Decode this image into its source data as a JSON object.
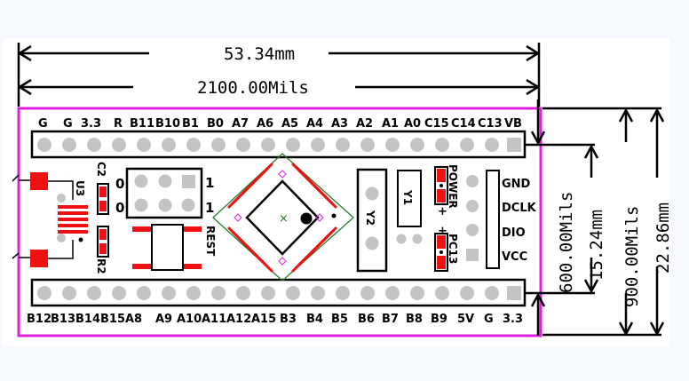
{
  "dimensions": {
    "width_mm": "53.34mm",
    "width_mils": "2100.00Mils",
    "header_spacing_mils": "600.00Mils",
    "header_spacing_mm": "15.24mm",
    "height_mils": "900.00Mils",
    "height_mm": "22.86mm"
  },
  "top_header": {
    "pins": [
      "G",
      "G",
      "3.3",
      "R",
      "B11",
      "B10",
      "B1",
      "B0",
      "A7",
      "A6",
      "A5",
      "A4",
      "A3",
      "A2",
      "A1",
      "A0",
      "C15",
      "C14",
      "C13",
      "VB"
    ]
  },
  "bottom_header": {
    "pins": [
      "B12",
      "B13",
      "B14",
      "B15",
      "A8",
      "A9",
      "A10",
      "A11",
      "A12",
      "A15",
      "B3",
      "B4",
      "B5",
      "B6",
      "B7",
      "B8",
      "B9",
      "5V",
      "G",
      "3.3"
    ]
  },
  "components": {
    "u3": "U3",
    "c2": "C2",
    "r2": "R2",
    "boot_left_top": "0",
    "boot_left_bottom": "0",
    "boot_right_top": "1",
    "boot_right_bottom": "1",
    "reset": "REST",
    "y1": "Y1",
    "y2": "Y2",
    "power_led": "POWER",
    "pc13_led": "PC13",
    "plus_top": "+",
    "plus_bottom": "+"
  },
  "swd_header": {
    "pins": [
      "GND",
      "DCLK",
      "DIO",
      "VCC"
    ]
  },
  "colors": {
    "board_outline": "#e020e0",
    "pad_red": "#ee1111",
    "hole_gray": "#c4c4c4",
    "mcu_outline": "#2a7a2a",
    "background": "#f6f9fd"
  }
}
